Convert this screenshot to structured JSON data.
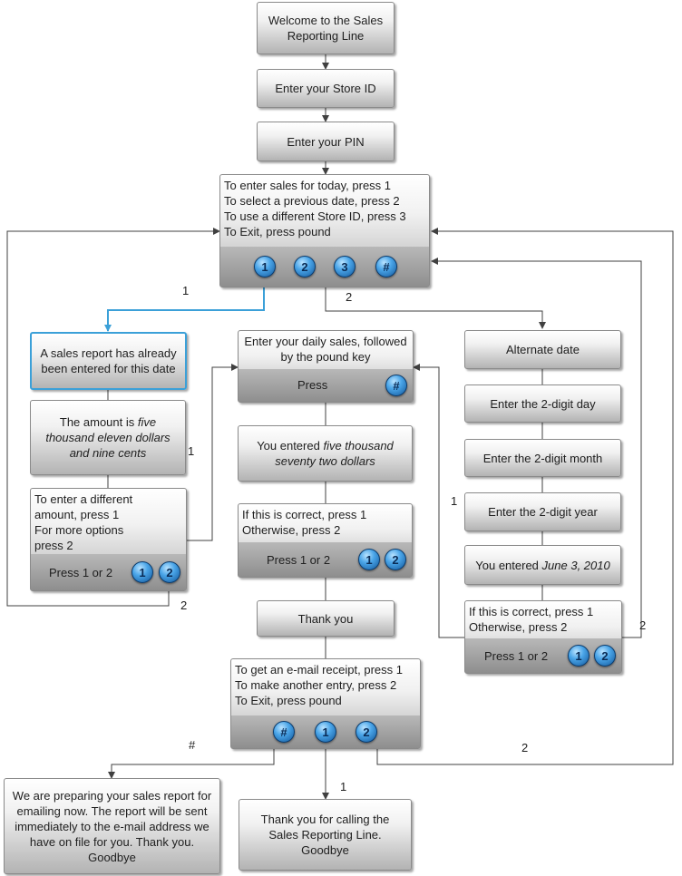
{
  "nodes": {
    "welcome": "Welcome to the Sales Reporting Line",
    "store_id": "Enter your Store ID",
    "pin": "Enter your PIN",
    "main_menu": {
      "lines": [
        "To enter sales for today, press 1",
        "To select a previous date, press 2",
        "To use a different Store ID, press 3",
        "To Exit, press pound"
      ],
      "buttons": [
        "1",
        "2",
        "3",
        "#"
      ]
    },
    "already_entered": "A sales report has already been entered for this date",
    "amount": {
      "prefix": "The amount is ",
      "value": "five thousand eleven dollars and nine cents"
    },
    "different_amount": {
      "lines": [
        "To enter a different amount, press 1",
        "For more options press 2"
      ],
      "prompt": "Press 1 or 2",
      "buttons": [
        "1",
        "2"
      ]
    },
    "daily_sales": {
      "text": "Enter your daily sales, followed by the pound key",
      "prompt": "Press",
      "buttons": [
        "#"
      ]
    },
    "you_entered": {
      "prefix": "You entered ",
      "value": "five thousand seventy two dollars"
    },
    "confirm_sales": {
      "lines": [
        "If this is correct, press 1",
        "Otherwise, press 2"
      ],
      "prompt": "Press 1 or 2",
      "buttons": [
        "1",
        "2"
      ]
    },
    "thank_you": "Thank you",
    "receipt_menu": {
      "lines": [
        "To get an e-mail receipt, press 1",
        "To make another entry, press 2",
        "To Exit, press pound"
      ],
      "buttons": [
        "#",
        "1",
        "2"
      ]
    },
    "emailing": "We are preparing your sales report for emailing now. The report will be sent immediately to the e-mail address we have on file for you. Thank you. Goodbye",
    "goodbye": "Thank you for calling the Sales Reporting Line. Goodbye",
    "alternate_date": "Alternate date",
    "day": "Enter the 2-digit day",
    "month": "Enter the 2-digit month",
    "year": "Enter the 2-digit year",
    "entered_date": {
      "prefix": "You entered ",
      "value": "June 3, 2010"
    },
    "confirm_date": {
      "lines": [
        "If this is correct, press 1",
        "Otherwise, press 2"
      ],
      "prompt": "Press 1 or 2",
      "buttons": [
        "1",
        "2"
      ]
    }
  },
  "edge_labels": {
    "main_1": "1",
    "main_2": "2",
    "amount_1": "1",
    "different_2": "2",
    "year_1": "1",
    "confirm_date_2": "2",
    "receipt_hash": "#",
    "receipt_1": "1",
    "receipt_2": "2"
  },
  "colors": {
    "connector": "#404040",
    "highlight": "#3ba0d8",
    "button": "#1f6fbf"
  }
}
